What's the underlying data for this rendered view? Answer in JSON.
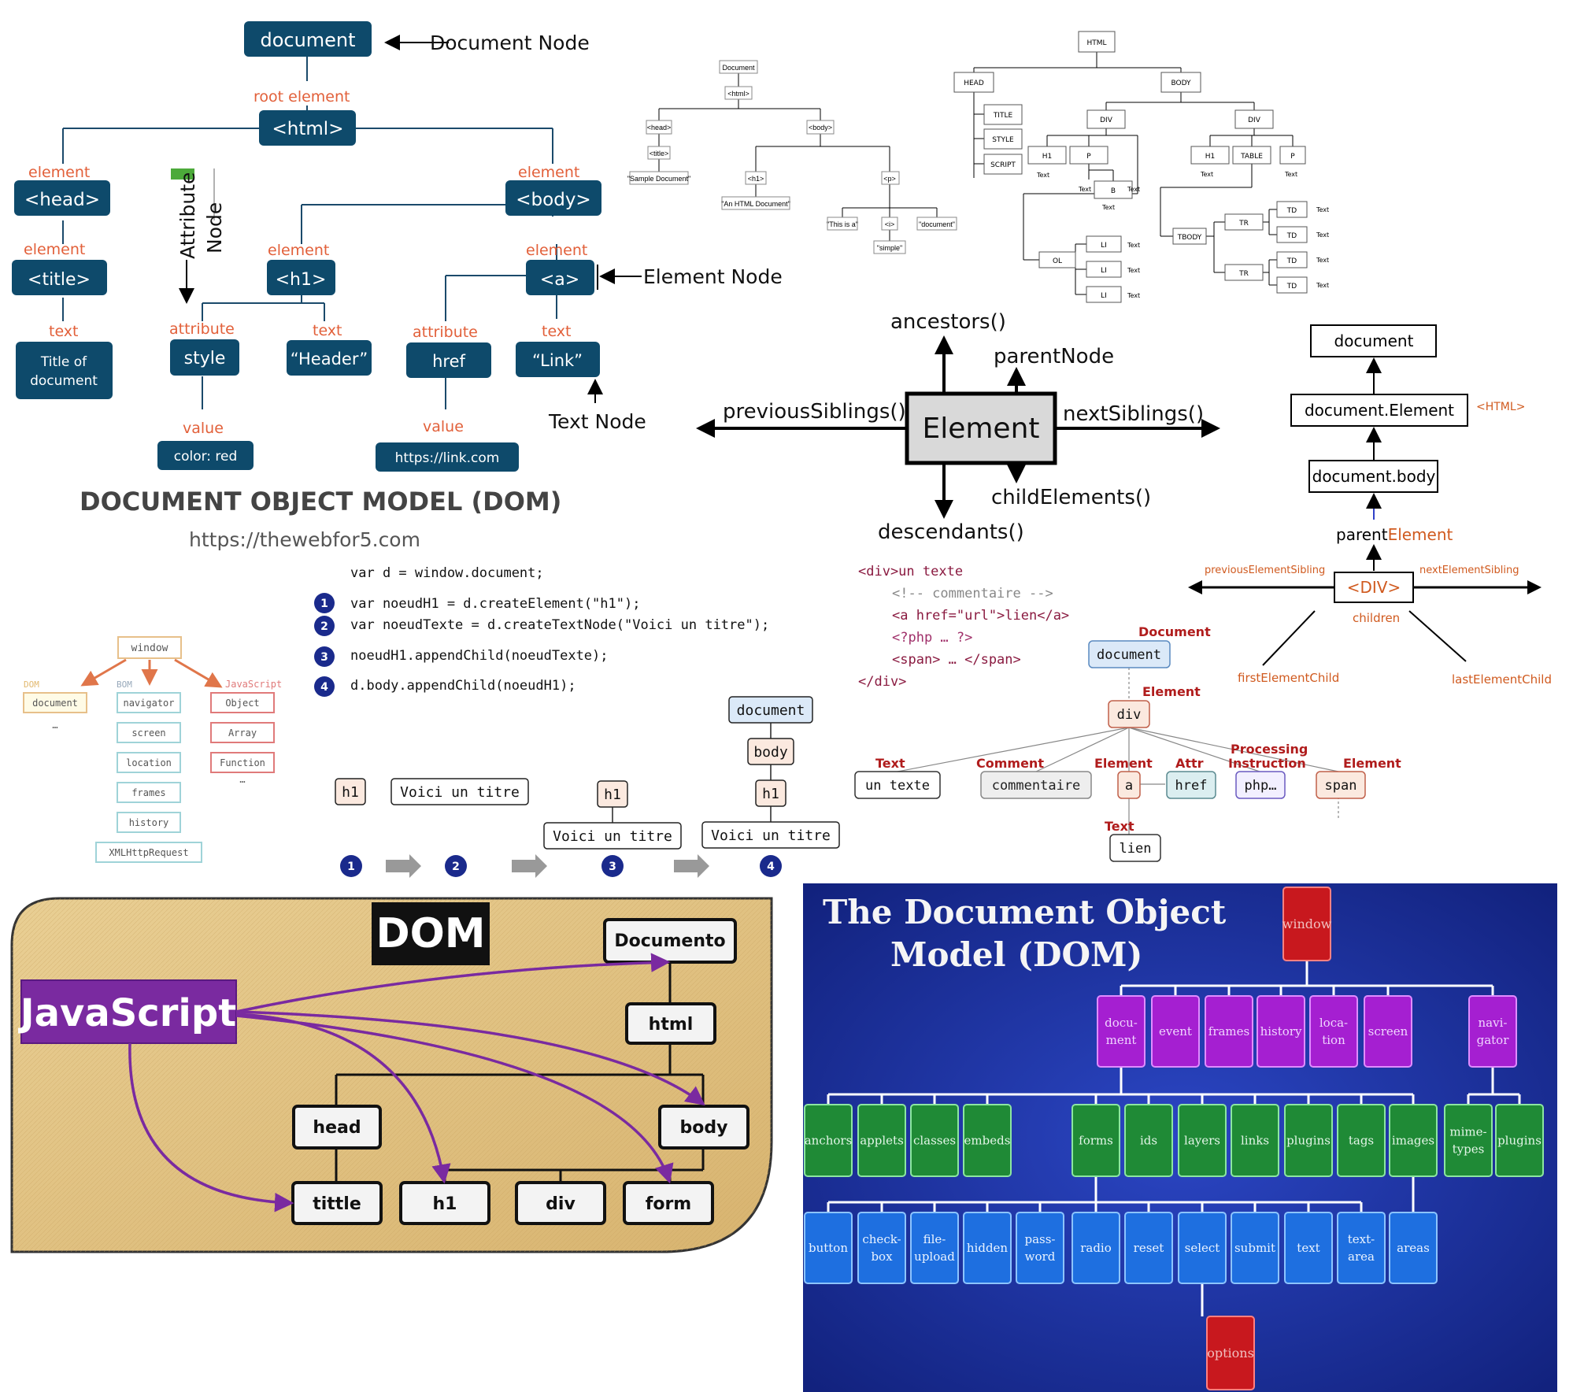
{
  "p1": {
    "nodes": {
      "document": "document",
      "html": "<html>",
      "head": "<head>",
      "body": "<body>",
      "title": "<title>",
      "h1": "<h1>",
      "a": "<a>",
      "style": "style",
      "header_text": "“Header”",
      "href": "href",
      "link_text": "“Link”",
      "title_text_1": "Title of",
      "title_text_2": "document",
      "color_red": "color: red",
      "link_url": "https://link.com"
    },
    "labels": {
      "root_element": "root element",
      "element": "element",
      "text": "text",
      "attribute": "attribute",
      "value": "value",
      "document_node": "Document Node",
      "element_node": "Element Node",
      "text_node": "Text Node",
      "attribute_vertical": "Attribute",
      "node_vertical": "Node"
    },
    "title": "DOCUMENT OBJECT MODEL (DOM)",
    "url": "https://thewebfor5.com"
  },
  "p2": {
    "root": "Document",
    "html": "<html>",
    "head": "<head>",
    "title": "<title>",
    "sample": "\"Sample Document\"",
    "body": "<body>",
    "h1": "<h1>",
    "h1_text": "\"An HTML Document\"",
    "p": "<p>",
    "this_is_a": "\"This is a\"",
    "i": "<i>",
    "document": "\"document\"",
    "simple": "\"simple\""
  },
  "p3": {
    "html": "HTML",
    "head": "HEAD",
    "body": "BODY",
    "title": "TITLE",
    "style": "STYLE",
    "script": "SCRIPT",
    "div": "DIV",
    "h1": "H1",
    "p": "P",
    "b": "B",
    "table": "TABLE",
    "tbody": "TBODY",
    "tr": "TR",
    "td": "TD",
    "ol": "OL",
    "li": "LI",
    "text": "Text"
  },
  "p4": {
    "element": "Element",
    "ancestors": "ancestors()",
    "parentNode": "parentNode",
    "previousSiblings": "previousSiblings()",
    "nextSiblings": "nextSiblings()",
    "childElements": "childElements()",
    "descendants": "descendants()"
  },
  "p5": {
    "document": "document",
    "document_element": "document.Element",
    "html_tag": "<HTML>",
    "document_body": "document.body",
    "parent_prefix": "parent",
    "parent_suffix": "Element",
    "div": "<DIV>",
    "previous": "previousElementSibling",
    "next": "nextElementSibling",
    "children": "children",
    "first": "firstElementChild",
    "last": "lastElementChild"
  },
  "p6": {
    "window": "window",
    "dom": "DOM",
    "bom": "BOM",
    "javascript": "JavaScript",
    "document": "document",
    "ellipsis": "…",
    "bom_items": [
      "navigator",
      "screen",
      "location",
      "frames",
      "history",
      "XMLHttpRequest"
    ],
    "js_items": [
      "Object",
      "Array",
      "Function"
    ]
  },
  "p7": {
    "code": [
      "var d = window.document;",
      "var noeudH1 = d.createElement(\"h1\");",
      "var noeudTexte = d.createTextNode(\"Voici un titre\");",
      "noeudH1.appendChild(noeudTexte);",
      "d.body.appendChild(noeudH1);"
    ],
    "steps": [
      "1",
      "2",
      "3",
      "4"
    ],
    "h1": "h1",
    "text": "Voici un titre",
    "document": "document",
    "body": "body"
  },
  "p8": {
    "code": [
      "<div>un texte",
      "<!-- commentaire -->",
      "<a href=\"url\">lien</a>",
      "<?php … ?>",
      "<span> … </span>",
      "</div>"
    ],
    "labels": {
      "document": "Document",
      "element": "Element",
      "text": "Text",
      "comment": "Comment",
      "attr": "Attr",
      "processing": "Processing",
      "instruction": "Instruction"
    },
    "nodes": {
      "document": "document",
      "div": "div",
      "un_texte": "un texte",
      "commentaire": "commentaire",
      "a": "a",
      "href": "href",
      "php": "php…",
      "span": "span",
      "lien": "lien"
    }
  },
  "p9": {
    "dom": "DOM",
    "javascript": "JavaScript",
    "nodes": [
      "Documento",
      "html",
      "head",
      "body",
      "tittle",
      "h1",
      "div",
      "form"
    ]
  },
  "p10": {
    "title_line1": "The Document Object",
    "title_line2": "Model (DOM)",
    "window": "window",
    "row1": [
      "docu-|ment",
      "event",
      "frames",
      "history",
      "loca-|tion",
      "screen",
      "navi-|gator"
    ],
    "row2": [
      "anchors",
      "applets",
      "classes",
      "embeds",
      "forms",
      "ids",
      "layers",
      "links",
      "plugins",
      "tags",
      "images",
      "mime-|types",
      "plugins"
    ],
    "row3": [
      "button",
      "check-|box",
      "file-|upload",
      "hidden",
      "pass-|word",
      "radio",
      "reset",
      "select",
      "submit",
      "text",
      "text-|area",
      "areas"
    ],
    "options": "options"
  }
}
